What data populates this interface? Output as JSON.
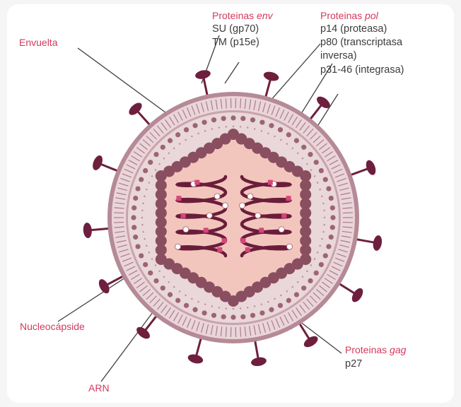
{
  "labels": {
    "envuelta": "Envuelta",
    "env_title": "Proteinas",
    "env_title_italic": "env",
    "env_items": [
      "SU (gp70)",
      "TM (p15e)"
    ],
    "pol_title": "Proteinas",
    "pol_title_italic": "pol",
    "pol_items": [
      "p14 (proteasa)",
      "p80 (transcriptasa",
      "inversa)",
      "p31-46 (integrasa)"
    ],
    "nucleocapside": "Nucleocápside",
    "arn": "ARN",
    "gag_title": "Proteinas",
    "gag_title_italic": "gag",
    "gag_items": [
      "p27"
    ]
  },
  "colors": {
    "label_title": "#d23a5e",
    "label_text": "#3b3b3b",
    "spike": "#6e1f3d",
    "envelope_outer": "#b58a96",
    "envelope_band": "#ead5da",
    "interior": "#e9d7da",
    "capsid": "#8a4e61",
    "core": "#f2c6bd",
    "rna": "#6a1d3a",
    "protein_pink": "#d8457c",
    "protein_white": "#ffffff"
  }
}
